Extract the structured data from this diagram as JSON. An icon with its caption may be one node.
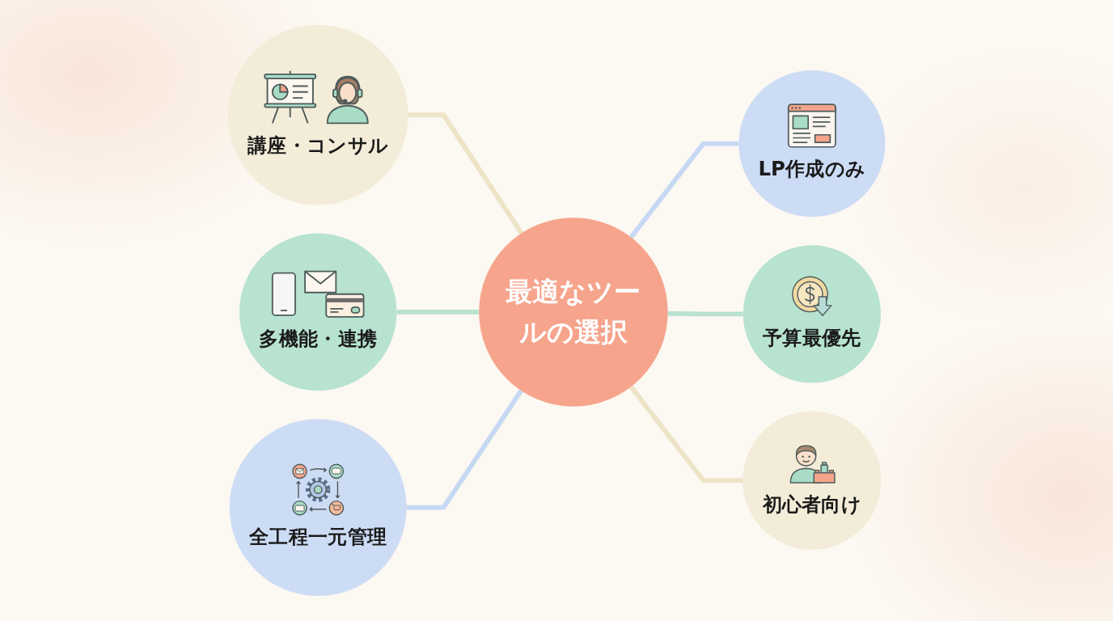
{
  "diagram": {
    "nodes": [
      {
        "text": [
          "最適なツールの選択"
        ]
      },
      {
        "text": [
          "講座・コンサル"
        ]
      },
      {
        "text": [
          "LP作成のみ"
        ]
      },
      {
        "text": [
          "多機能・連携"
        ]
      },
      {
        "text": [
          "予算最優先"
        ]
      },
      {
        "text": [
          "全工程一元管理"
        ]
      },
      {
        "text": [
          "初心者向け"
        ]
      }
    ],
    "edges": [
      {
        "from": 1,
        "to": 0,
        "arrow": "none",
        "color": "#ede3c6"
      },
      {
        "from": 0,
        "to": 2,
        "arrow": "none",
        "color": "#c6d8f3"
      },
      {
        "from": 3,
        "to": 0,
        "arrow": "none",
        "color": "#b9e2d1"
      },
      {
        "from": 0,
        "to": 4,
        "arrow": "none",
        "color": "#b9e2d1"
      },
      {
        "from": 5,
        "to": 0,
        "arrow": "none",
        "color": "#c6d8f3"
      },
      {
        "from": 0,
        "to": 6,
        "arrow": "none",
        "color": "#ede3c6"
      }
    ]
  }
}
